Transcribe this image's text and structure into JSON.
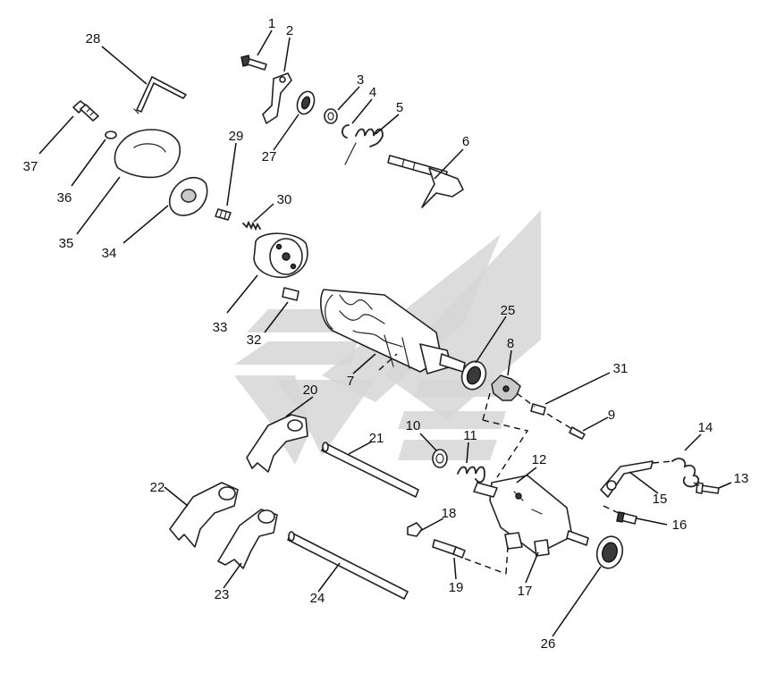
{
  "diagram": {
    "callouts": [
      {
        "id": "1",
        "label": "1"
      },
      {
        "id": "2",
        "label": "2"
      },
      {
        "id": "3",
        "label": "3"
      },
      {
        "id": "4",
        "label": "4"
      },
      {
        "id": "5",
        "label": "5"
      },
      {
        "id": "6",
        "label": "6"
      },
      {
        "id": "7",
        "label": "7"
      },
      {
        "id": "8",
        "label": "8"
      },
      {
        "id": "9",
        "label": "9"
      },
      {
        "id": "10",
        "label": "10"
      },
      {
        "id": "11",
        "label": "11"
      },
      {
        "id": "12",
        "label": "12"
      },
      {
        "id": "13",
        "label": "13"
      },
      {
        "id": "14",
        "label": "14"
      },
      {
        "id": "15",
        "label": "15"
      },
      {
        "id": "16",
        "label": "16"
      },
      {
        "id": "17",
        "label": "17"
      },
      {
        "id": "18",
        "label": "18"
      },
      {
        "id": "19",
        "label": "19"
      },
      {
        "id": "20",
        "label": "20"
      },
      {
        "id": "21",
        "label": "21"
      },
      {
        "id": "22",
        "label": "22"
      },
      {
        "id": "23",
        "label": "23"
      },
      {
        "id": "24",
        "label": "24"
      },
      {
        "id": "25",
        "label": "25"
      },
      {
        "id": "26",
        "label": "26"
      },
      {
        "id": "27",
        "label": "27"
      },
      {
        "id": "28",
        "label": "28"
      },
      {
        "id": "29",
        "label": "29"
      },
      {
        "id": "30",
        "label": "30"
      },
      {
        "id": "31",
        "label": "31"
      },
      {
        "id": "32",
        "label": "32"
      },
      {
        "id": "33",
        "label": "33"
      },
      {
        "id": "34",
        "label": "34"
      },
      {
        "id": "35",
        "label": "35"
      },
      {
        "id": "36",
        "label": "36"
      },
      {
        "id": "37",
        "label": "37"
      }
    ]
  }
}
